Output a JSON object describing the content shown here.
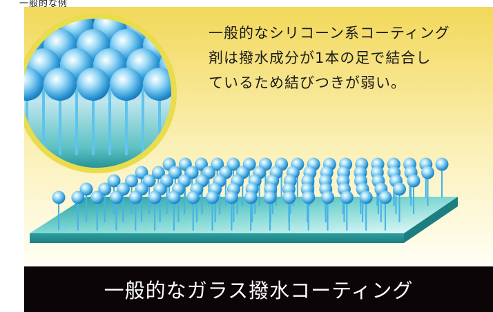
{
  "top_caption": "一般的な例",
  "description": {
    "lines": [
      "一般的なシリコーン系コーティング",
      "剤は撥水成分が1本の足で結合し",
      "ているため結びつきが弱い。"
    ]
  },
  "banner": {
    "title": "一般的なガラス撥水コーティング"
  },
  "colors": {
    "background_top": "#f2d85a",
    "background_bottom": "#fffff5",
    "glass_plate": "#2fa6a6",
    "molecule": "#38a8e6",
    "circle_border": "#e9dc4d",
    "banner_bg": "#0b0507",
    "banner_text": "#ffffff"
  },
  "icons": [
    "water-repellent-molecule-icon",
    "glass-plate-icon",
    "magnified-view-icon"
  ]
}
